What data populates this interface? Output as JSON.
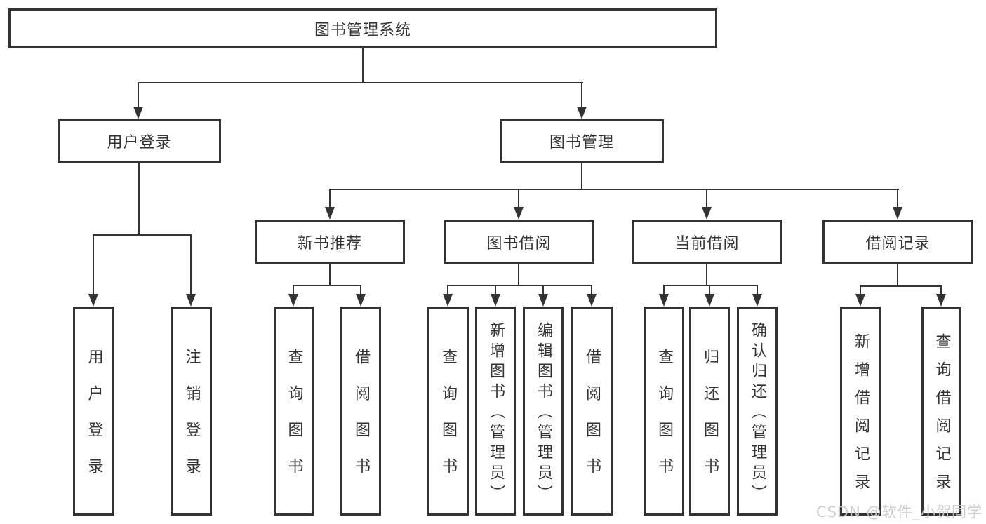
{
  "diagram": {
    "root": {
      "label": "图书管理系统"
    },
    "level2": [
      {
        "label": "用户登录"
      },
      {
        "label": "图书管理"
      }
    ],
    "level3": [
      {
        "label": "新书推荐"
      },
      {
        "label": "图书借阅"
      },
      {
        "label": "当前借阅"
      },
      {
        "label": "借阅记录"
      }
    ],
    "leaves": {
      "user_login": [
        {
          "label": "用户登录"
        },
        {
          "label": "注销登录"
        }
      ],
      "new_book_recommend": [
        {
          "label": "查询图书"
        },
        {
          "label": "借阅图书"
        }
      ],
      "book_borrow": [
        {
          "label": "查询图书"
        },
        {
          "label": "新增图书（管理员）"
        },
        {
          "label": "编辑图书（管理员）"
        },
        {
          "label": "借阅图书"
        }
      ],
      "current_borrow": [
        {
          "label": "查询图书"
        },
        {
          "label": "归还图书"
        },
        {
          "label": "确认归还（管理员）"
        }
      ],
      "borrow_records": [
        {
          "label": "新增借阅记录"
        },
        {
          "label": "查询借阅记录"
        }
      ]
    },
    "watermark": "CSDN @软件_小贺同学",
    "colors": {
      "line": "#333333",
      "text": "#333333",
      "background": "#ffffff",
      "watermark": "#cbcbcb"
    }
  }
}
